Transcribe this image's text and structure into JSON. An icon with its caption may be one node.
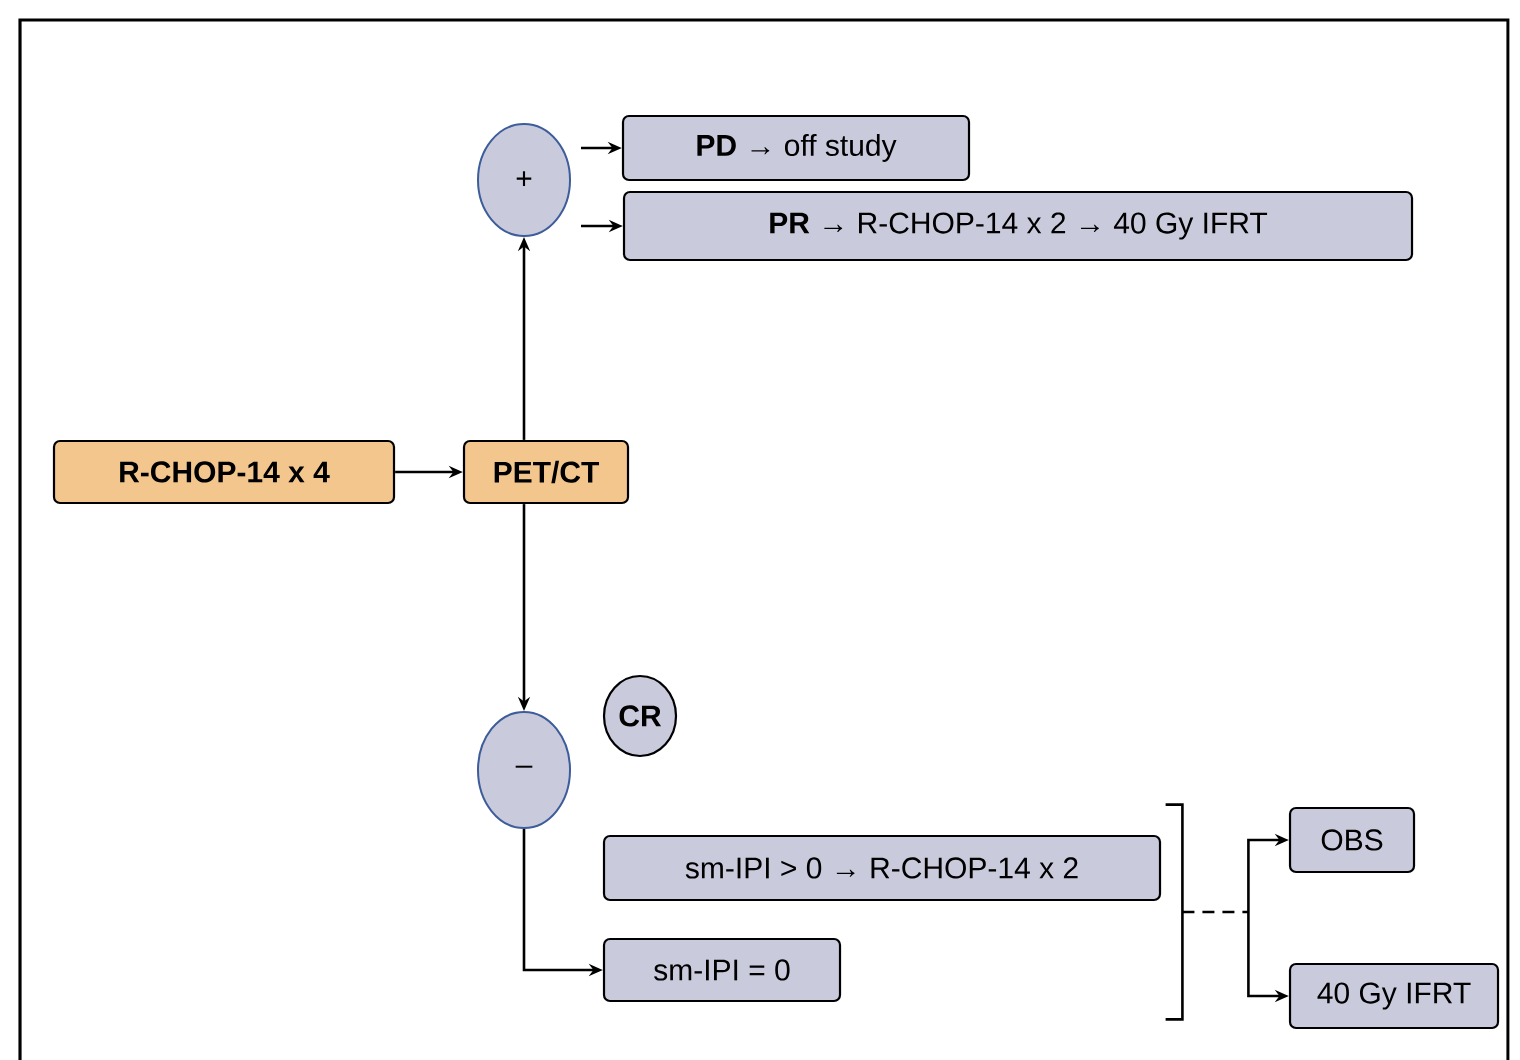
{
  "diagram": {
    "nodes": [
      {
        "text": [
          "R-CHOP-14 x 4"
        ]
      },
      {
        "text": [
          "PET/CT"
        ]
      },
      {
        "text": [
          "+"
        ]
      },
      {
        "text": [
          "**PD** → off study"
        ]
      },
      {
        "text": [
          "**PR** → R-CHOP-14 x 2 → 40 Gy IFRT"
        ]
      },
      {
        "text": [
          "–"
        ]
      },
      {
        "text": [
          "CR"
        ]
      },
      {
        "text": [
          "sm-IPI > 0 → R-CHOP-14 x 2"
        ]
      },
      {
        "text": [
          "sm-IPI = 0"
        ]
      },
      {
        "text": [],
        "shape": "bracket"
      },
      {
        "text": [
          "OBS"
        ]
      },
      {
        "text": [
          "40 Gy IFRT"
        ]
      }
    ],
    "edges": [
      {
        "from": 0,
        "to": 1,
        "arrow": "to"
      },
      {
        "from": 1,
        "to": 2,
        "arrow": "to"
      },
      {
        "from": 2,
        "to": 3,
        "arrow": "to"
      },
      {
        "from": 2,
        "to": 4,
        "arrow": "to"
      },
      {
        "from": 1,
        "to": 5,
        "arrow": "to"
      },
      {
        "from": 5,
        "to": 8,
        "arrow": "to"
      },
      {
        "from": 9,
        "to": 10,
        "arrow": "to"
      },
      {
        "from": 9,
        "to": 11,
        "arrow": "to"
      }
    ]
  }
}
